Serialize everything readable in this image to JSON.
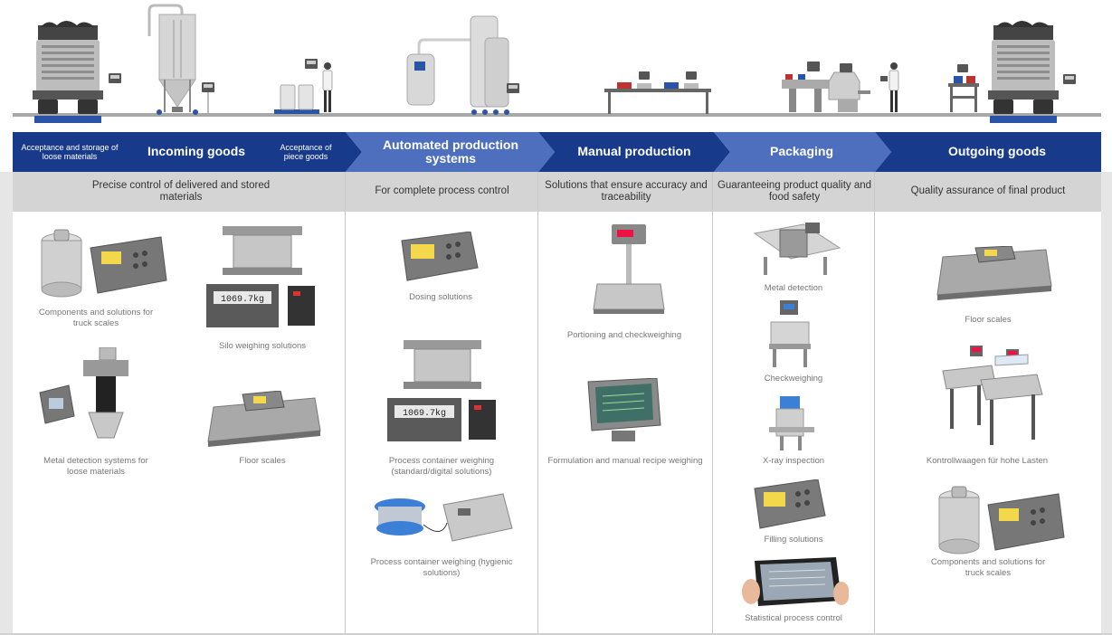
{
  "chevrons": {
    "incoming_sub_loose": "Acceptance and storage of loose materials",
    "incoming": "Incoming goods",
    "incoming_sub_piece": "Acceptance of piece goods",
    "automated": "Automated production systems",
    "manual": "Manual production",
    "packaging": "Packaging",
    "outgoing": "Outgoing goods"
  },
  "colors": {
    "dark_blue": "#173a8a",
    "mid_blue": "#2b54a8",
    "light_blue": "#4d6fbd",
    "band_grey": "#d4d4d4"
  },
  "band": {
    "incoming": "Precise control of delivered and stored materials",
    "automated": "For complete process control",
    "manual": "Solutions that ensure accuracy and traceability",
    "packaging": "Guaranteeing product quality and food safety",
    "outgoing": "Quality assurance of final product"
  },
  "captions": {
    "truck_components": "Components and solutions for truck scales",
    "silo": "Silo weighing solutions",
    "metal_loose": "Metal detection systems for loose materials",
    "floor_in": "Floor scales",
    "dosing": "Dosing solutions",
    "process_std": "Process container weighing (standard/digital solutions)",
    "process_hyg": "Process container weighing (hygienic solutions)",
    "portioning": "Portioning and checkweighing",
    "formulation": "Formulation and manual recipe weighing",
    "metal_det": "Metal detection",
    "checkweighing": "Checkweighing",
    "xray": "X-ray inspection",
    "filling": "Filling solutions",
    "spc": "Statistical process control",
    "floor_out": "Floor scales",
    "kontroll": "Kontrollwaagen für hohe Lasten",
    "truck_components_out": "Components and solutions for truck scales"
  },
  "display_readout": "1069.7kg",
  "icons": [
    "truck-icon",
    "silo-icon",
    "terminal-icon",
    "person-icon",
    "tank-icon",
    "table-icon",
    "machine-icon",
    "load-cell-icon",
    "floor-scale-icon",
    "bench-scale-icon",
    "monitor-icon",
    "tablet-icon",
    "xray-icon",
    "checkweigher-icon"
  ]
}
